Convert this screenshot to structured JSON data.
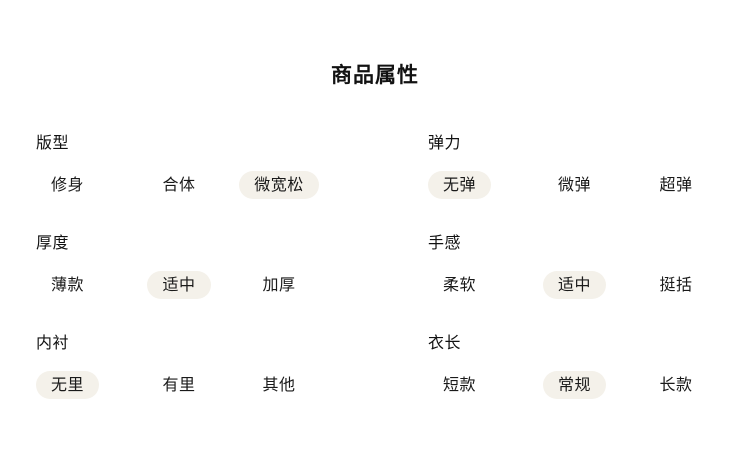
{
  "page": {
    "title": "商品属性",
    "background_color": "#ffffff",
    "text_color": "#1a1a1a",
    "selected_pill_color": "#f4f1ea"
  },
  "attributes": [
    {
      "label": "版型",
      "column": "left",
      "options": [
        {
          "text": "修身",
          "selected": false
        },
        {
          "text": "合体",
          "selected": false
        },
        {
          "text": "微宽松",
          "selected": true
        }
      ]
    },
    {
      "label": "弹力",
      "column": "right",
      "options": [
        {
          "text": "无弹",
          "selected": true
        },
        {
          "text": "微弹",
          "selected": false
        },
        {
          "text": "超弹",
          "selected": false
        }
      ]
    },
    {
      "label": "厚度",
      "column": "left",
      "options": [
        {
          "text": "薄款",
          "selected": false
        },
        {
          "text": "适中",
          "selected": true
        },
        {
          "text": "加厚",
          "selected": false
        }
      ]
    },
    {
      "label": "手感",
      "column": "right",
      "options": [
        {
          "text": "柔软",
          "selected": false
        },
        {
          "text": "适中",
          "selected": true
        },
        {
          "text": "挺括",
          "selected": false
        }
      ]
    },
    {
      "label": "内衬",
      "column": "left",
      "options": [
        {
          "text": "无里",
          "selected": true
        },
        {
          "text": "有里",
          "selected": false
        },
        {
          "text": "其他",
          "selected": false
        }
      ]
    },
    {
      "label": "衣长",
      "column": "right",
      "options": [
        {
          "text": "短款",
          "selected": false
        },
        {
          "text": "常规",
          "selected": true
        },
        {
          "text": "长款",
          "selected": false
        }
      ]
    }
  ]
}
